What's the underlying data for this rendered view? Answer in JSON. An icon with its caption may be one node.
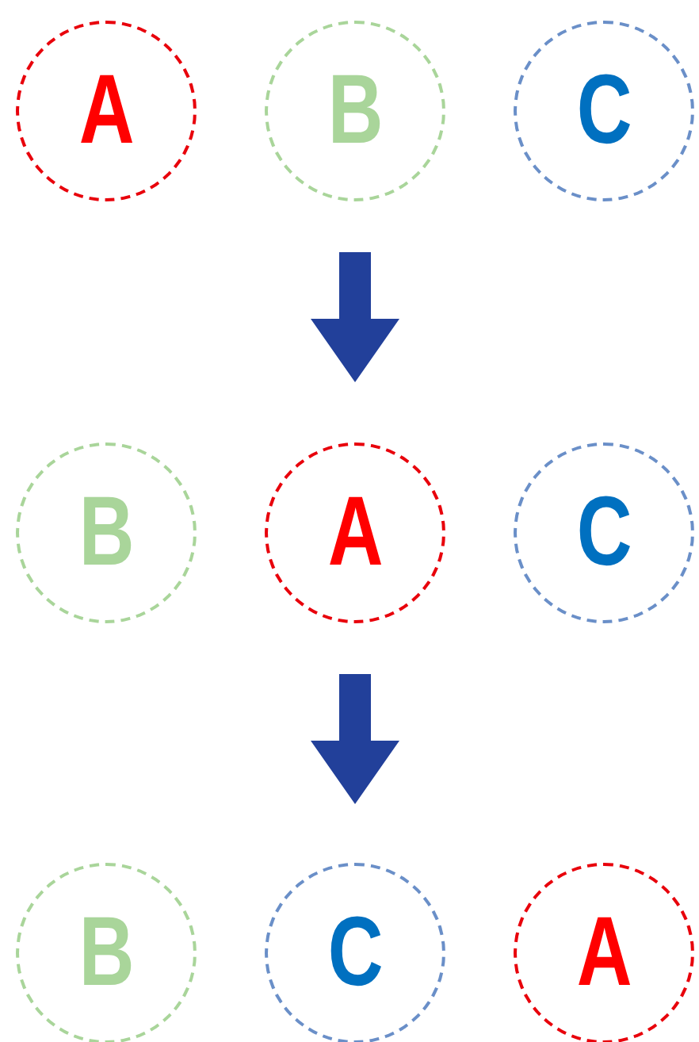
{
  "diagram": {
    "nodes": [
      {
        "text": [
          "A"
        ]
      },
      {
        "text": [
          "B"
        ]
      },
      {
        "text": [
          "C"
        ]
      },
      {
        "text": [
          "B"
        ]
      },
      {
        "text": [
          "A"
        ]
      },
      {
        "text": [
          "C"
        ]
      },
      {
        "text": [
          "B"
        ]
      },
      {
        "text": [
          "C"
        ]
      },
      {
        "text": [
          "A"
        ]
      }
    ]
  }
}
